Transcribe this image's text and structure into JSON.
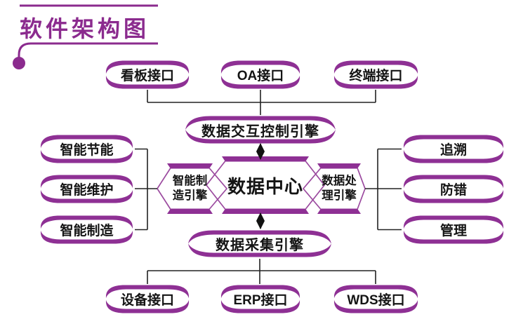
{
  "title": "软件架构图",
  "colors": {
    "title_purple": "#8b2b8e",
    "shape_purple": "#8e3094",
    "shape_line_purple": "#9b4a9f",
    "connector": "#222222",
    "text": "#141414"
  },
  "diagram": {
    "top_interfaces": [
      {
        "label": "看板接口"
      },
      {
        "label": "OA接口"
      },
      {
        "label": "终端接口"
      }
    ],
    "interaction_engine": {
      "label": "数据交互控制引擎"
    },
    "left_modules": [
      {
        "label": "智能节能"
      },
      {
        "label": "智能维护"
      },
      {
        "label": "智能制造"
      }
    ],
    "manufacturing_engine": {
      "label": "智能制造引擎",
      "line1": "智能制",
      "line2": "造引擎"
    },
    "data_center": {
      "label": "数据中心"
    },
    "processing_engine": {
      "label": "数据处理引擎",
      "line1": "数据处",
      "line2": "理引擎"
    },
    "right_modules": [
      {
        "label": "追溯"
      },
      {
        "label": "防错"
      },
      {
        "label": "管理"
      }
    ],
    "collection_engine": {
      "label": "数据采集引擎"
    },
    "bottom_interfaces": [
      {
        "label": "设备接口"
      },
      {
        "label": "ERP接口"
      },
      {
        "label": "WDS接口"
      }
    ]
  }
}
